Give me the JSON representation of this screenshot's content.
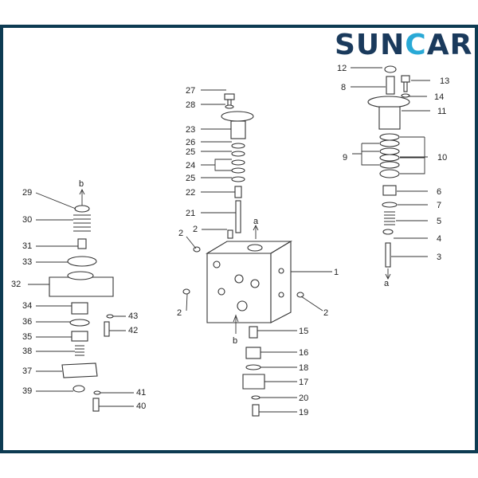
{
  "logo": {
    "text_before": "SUN",
    "text_c": "C",
    "text_after": "AR",
    "brand_color": "#1a3a5c",
    "accent_color": "#29a9d6"
  },
  "frame_color": "#0d3b52",
  "labels": [
    "12",
    "8",
    "13",
    "14",
    "11",
    "9",
    "10",
    "6",
    "7",
    "5",
    "4",
    "3",
    "a",
    "27",
    "28",
    "23",
    "26",
    "25",
    "24",
    "25",
    "22",
    "21",
    "a",
    "2",
    "2",
    "1",
    "2",
    "2",
    "b",
    "15",
    "16",
    "18",
    "17",
    "20",
    "19",
    "b",
    "29",
    "30",
    "31",
    "33",
    "32",
    "34",
    "36",
    "35",
    "38",
    "37",
    "39",
    "43",
    "42",
    "41",
    "40"
  ]
}
